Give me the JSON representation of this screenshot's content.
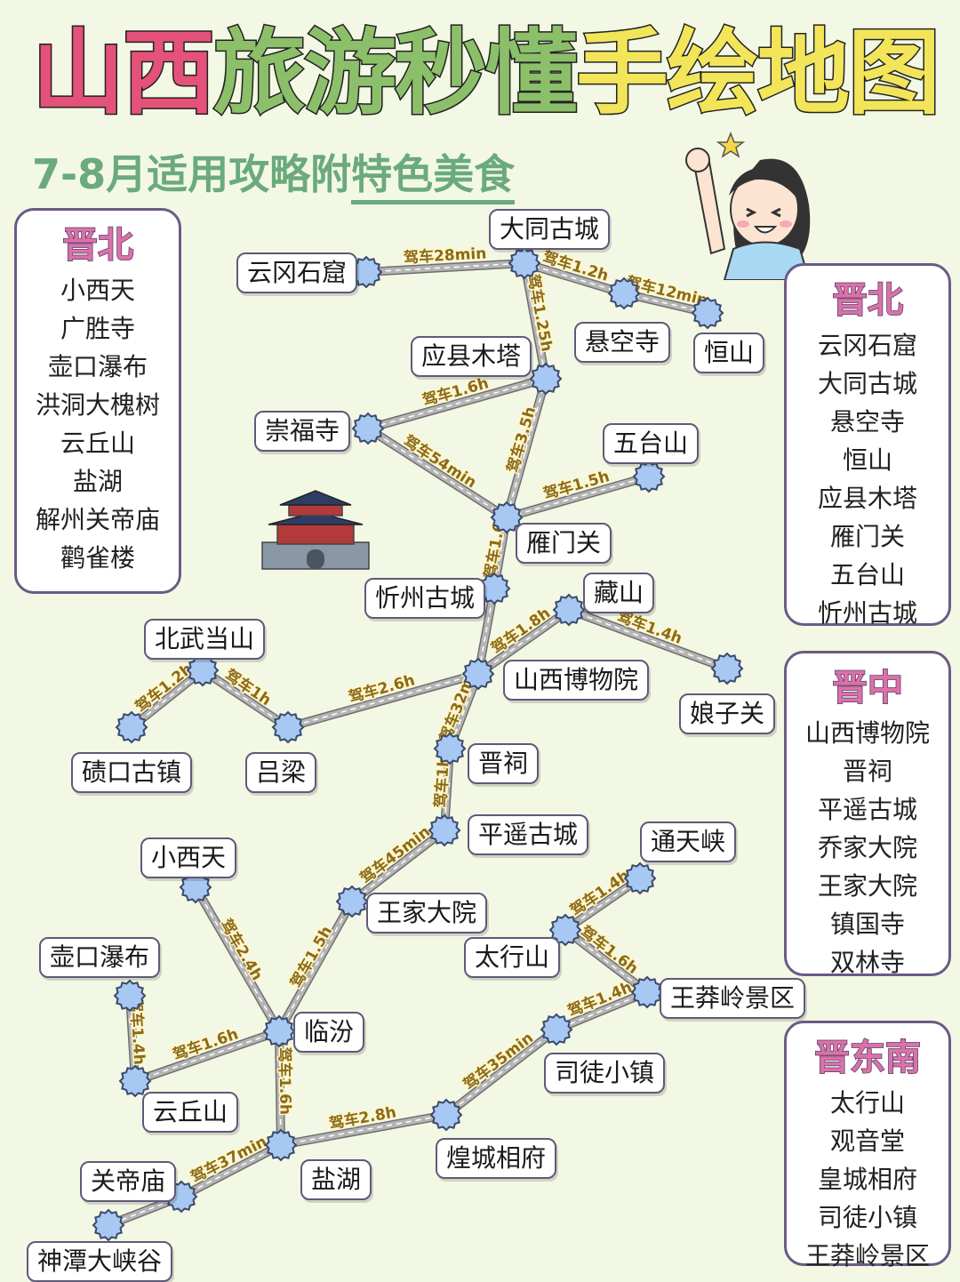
{
  "title": {
    "part1": "山西",
    "part2": "旅游秒懂",
    "part3": "手绘地图"
  },
  "subtitle": {
    "prefix": "7-8月适用攻略附",
    "highlight": "特色美食"
  },
  "colors": {
    "background": "#f3f8e4",
    "route": "#9a9a9a",
    "node": "#a7c8f3",
    "title_pink": "#e4517a",
    "title_green": "#8cbf6a",
    "title_yellow": "#f2e55a"
  },
  "legends": [
    {
      "title": "晋北",
      "items": [
        "小西天",
        "广胜寺",
        "壶口瀑布",
        "洪洞大槐树",
        "云丘山",
        "盐湖",
        "解州关帝庙",
        "鹳雀楼"
      ]
    },
    {
      "title": "晋北",
      "items": [
        "云冈石窟",
        "大同古城",
        "悬空寺",
        "恒山",
        "应县木塔",
        "雁门关",
        "五台山",
        "忻州古城"
      ]
    },
    {
      "title": "晋中",
      "items": [
        "山西博物院",
        "晋祠",
        "平遥古城",
        "乔家大院",
        "王家大院",
        "镇国寺",
        "双林寺"
      ]
    },
    {
      "title": "晋东南",
      "items": [
        "太行山",
        "观音堂",
        "皇城相府",
        "司徒小镇",
        "王莽岭景区"
      ]
    }
  ],
  "places": {
    "datong": "大同古城",
    "yungang": "云冈石窟",
    "xuankong": "悬空寺",
    "hengshan": "恒山",
    "yingxian": "应县木塔",
    "chongfu": "崇福寺",
    "wutai": "五台山",
    "yanmen": "雁门关",
    "xinzhou": "忻州古城",
    "cangshan": "藏山",
    "museum": "山西博物院",
    "niangzi": "娘子关",
    "beiwudang": "北武当山",
    "qikou": "碛口古镇",
    "lvliang": "吕梁",
    "jinci": "晋祠",
    "pingyao": "平遥古城",
    "tongtian": "通天峡",
    "xiaoxitian": "小西天",
    "wangjia": "王家大院",
    "taihang": "太行山",
    "hukou": "壶口瀑布",
    "linfen": "临汾",
    "wangmang": "王莽岭景区",
    "situ": "司徒小镇",
    "yunqiu": "云丘山",
    "huangcheng": "煌城相府",
    "yanhu": "盐湖",
    "guandi": "关帝庙",
    "shentan": "神潭大峡谷"
  },
  "drives": [
    "驾车28min",
    "驾车1.2h",
    "驾车12min",
    "驾车1.25h",
    "驾车1.6h",
    "驾车3.5h",
    "驾车54min",
    "驾车1.5h",
    "驾车1.6h",
    "驾车1.8h",
    "驾车1.4h",
    "驾车2.6h",
    "驾车1.2h",
    "驾车1h",
    "驾车32min",
    "驾车1h",
    "驾车45min",
    "驾车1.5h",
    "驾车2.4h",
    "驾车1.4h",
    "驾车1.6h",
    "驾车1.4h",
    "驾车1.6h",
    "驾车1.4h",
    "驾车35min",
    "驾车1.6h",
    "驾车2.8h",
    "驾车37min"
  ]
}
